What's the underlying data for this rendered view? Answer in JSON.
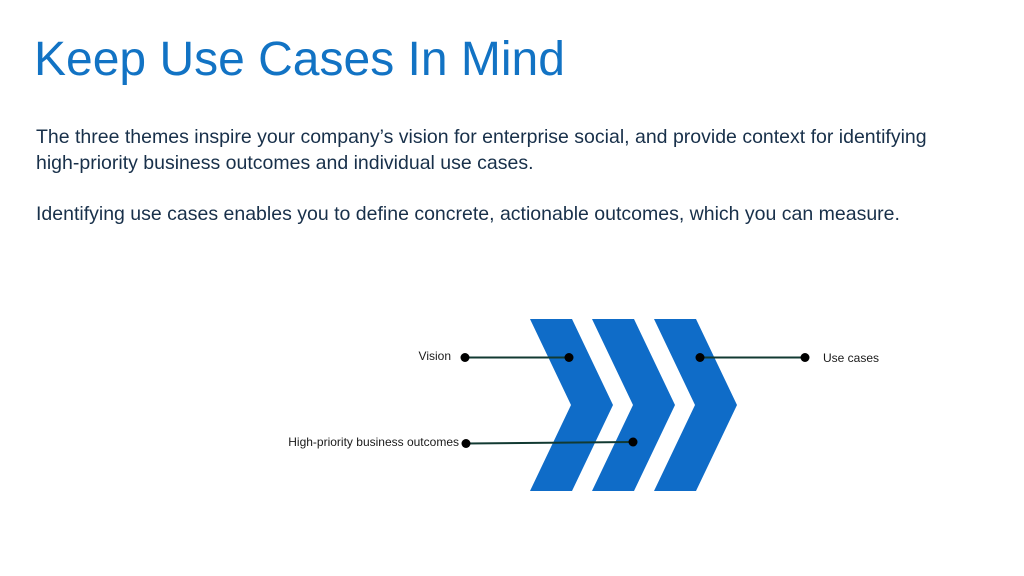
{
  "slide": {
    "title": "Keep Use Cases In Mind",
    "paragraph_1": "The three themes inspire your company’s vision for enterprise social, and provide context for identifying high-priority business outcomes and individual use cases.",
    "paragraph_2": "Identifying use cases enables you to define concrete, actionable outcomes, which you can measure."
  },
  "diagram": {
    "chevron_color": "#0f6cc8",
    "connector_color": "#123a32",
    "labels": {
      "vision": "Vision",
      "outcomes": "High-priority business outcomes",
      "use_cases": "Use cases"
    }
  }
}
